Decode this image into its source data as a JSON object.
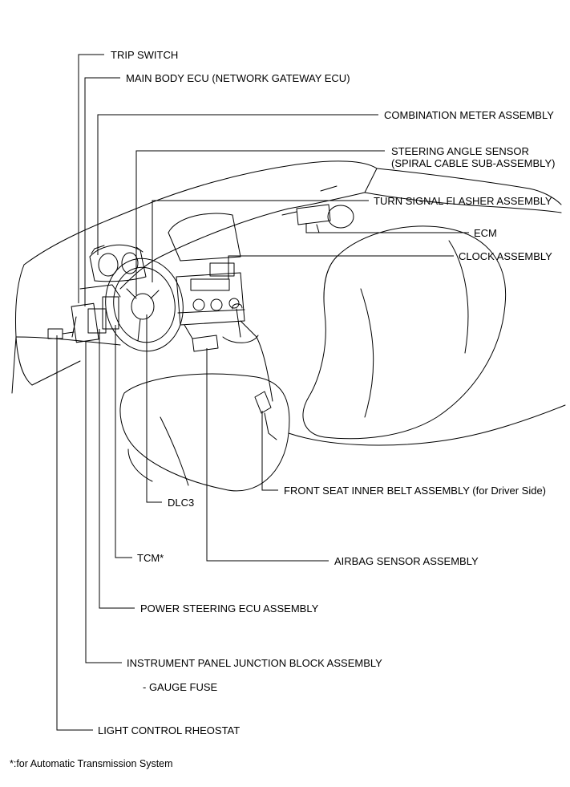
{
  "diagram": {
    "labels": {
      "trip_switch": "TRIP SWITCH",
      "main_body_ecu": "MAIN BODY ECU (NETWORK GATEWAY ECU)",
      "combination_meter": "COMBINATION METER ASSEMBLY",
      "steering_angle_sensor": "STEERING ANGLE SENSOR (SPIRAL CABLE SUB-ASSEMBLY)",
      "turn_signal_flasher": "TURN SIGNAL FLASHER ASSEMBLY",
      "ecm": "ECM",
      "clock": "CLOCK ASSEMBLY",
      "front_seat_belt": "FRONT SEAT INNER BELT ASSEMBLY (for Driver Side)",
      "dlc3": "DLC3",
      "tcm": "TCM*",
      "airbag_sensor": "AIRBAG SENSOR ASSEMBLY",
      "power_steering_ecu": "POWER STEERING ECU ASSEMBLY",
      "junction_block": "INSTRUMENT PANEL JUNCTION BLOCK ASSEMBLY",
      "gauge_fuse": "- GAUGE FUSE",
      "light_rheostat": "LIGHT CONTROL RHEOSTAT"
    },
    "footnote": "*:for Automatic Transmission System"
  }
}
